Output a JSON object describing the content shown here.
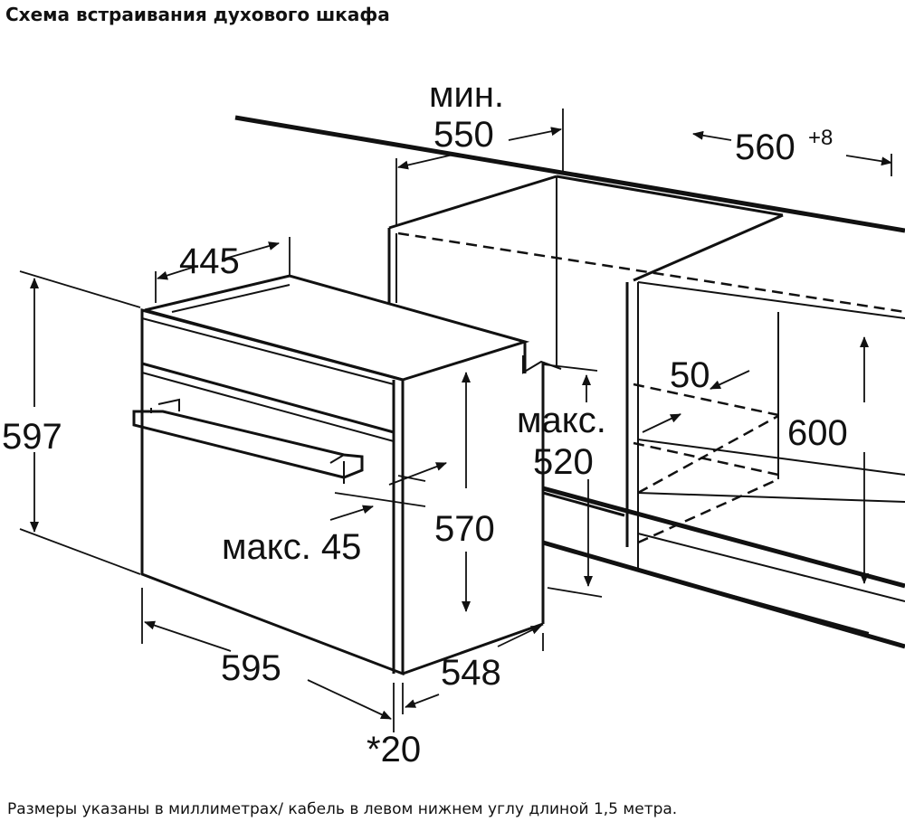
{
  "title": "Схема встраивания духового шкафа",
  "footnote": "Размеры указаны в миллиметрах/ кабель в левом нижнем углу длиной 1,5 метра.",
  "dimensions": {
    "niche_depth_min_label": "мин.",
    "niche_depth_min_value": "550",
    "niche_width_base": "560",
    "niche_width_tolerance": "+8",
    "front_depth_top": "445",
    "oven_height": "597",
    "ventilation_gap": "50",
    "max_label_1": "макс.",
    "max_value_520": "520",
    "niche_height": "600",
    "body_height": "570",
    "front_overhang_label": "макс. 45",
    "oven_width": "595",
    "oven_depth": "548",
    "front_thickness": "*20"
  }
}
